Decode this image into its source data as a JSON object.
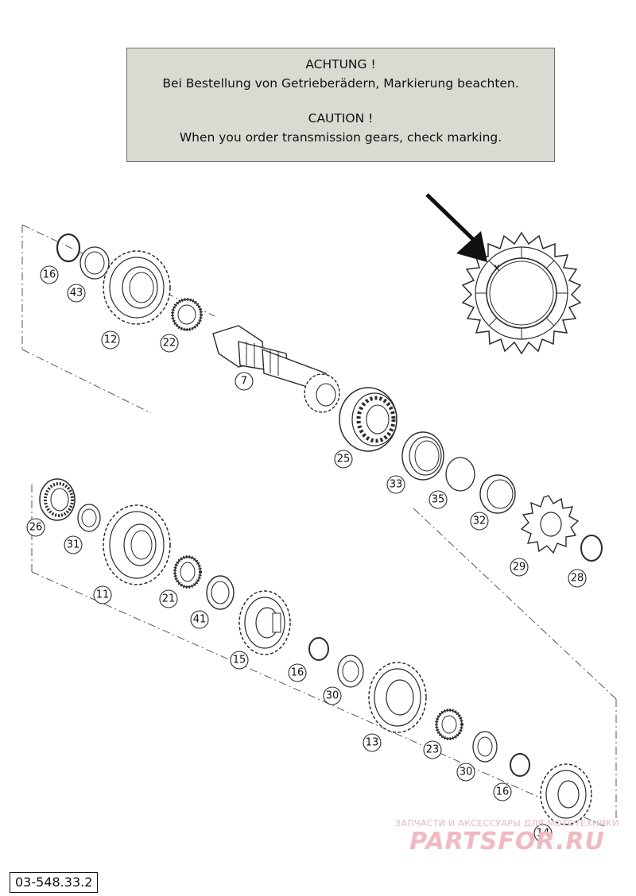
{
  "notice": {
    "line1": "ACHTUNG !",
    "line2": "Bei Bestellung von Getrieberädern, Markierung beachten.",
    "line3": "CAUTION !",
    "line4": "When you order transmission gears, check marking."
  },
  "marking": {
    "symbol": "x"
  },
  "callouts": {
    "c16a": "16",
    "c43": "43",
    "c12": "12",
    "c22": "22",
    "c7": "7",
    "c25": "25",
    "c33": "33",
    "c35": "35",
    "c32": "32",
    "c29": "29",
    "c28": "28",
    "c26": "26",
    "c31": "31",
    "c11": "11",
    "c21": "21",
    "c41": "41",
    "c15": "15",
    "c16b": "16",
    "c30a": "30",
    "c13": "13",
    "c23": "23",
    "c30b": "30",
    "c16c": "16",
    "c14": "14"
  },
  "watermark": {
    "top": "ЗАПЧАСТИ И АКСЕССУАРЫ ДЛЯ МОТОТЕХНИКИ",
    "brand": "PARTSFOR.RU"
  },
  "drawing_id": "03-548.33.2",
  "colors": {
    "notice_bg": "#d9dad2",
    "line": "#2b2b2b",
    "watermark": "#f3b9c1"
  }
}
